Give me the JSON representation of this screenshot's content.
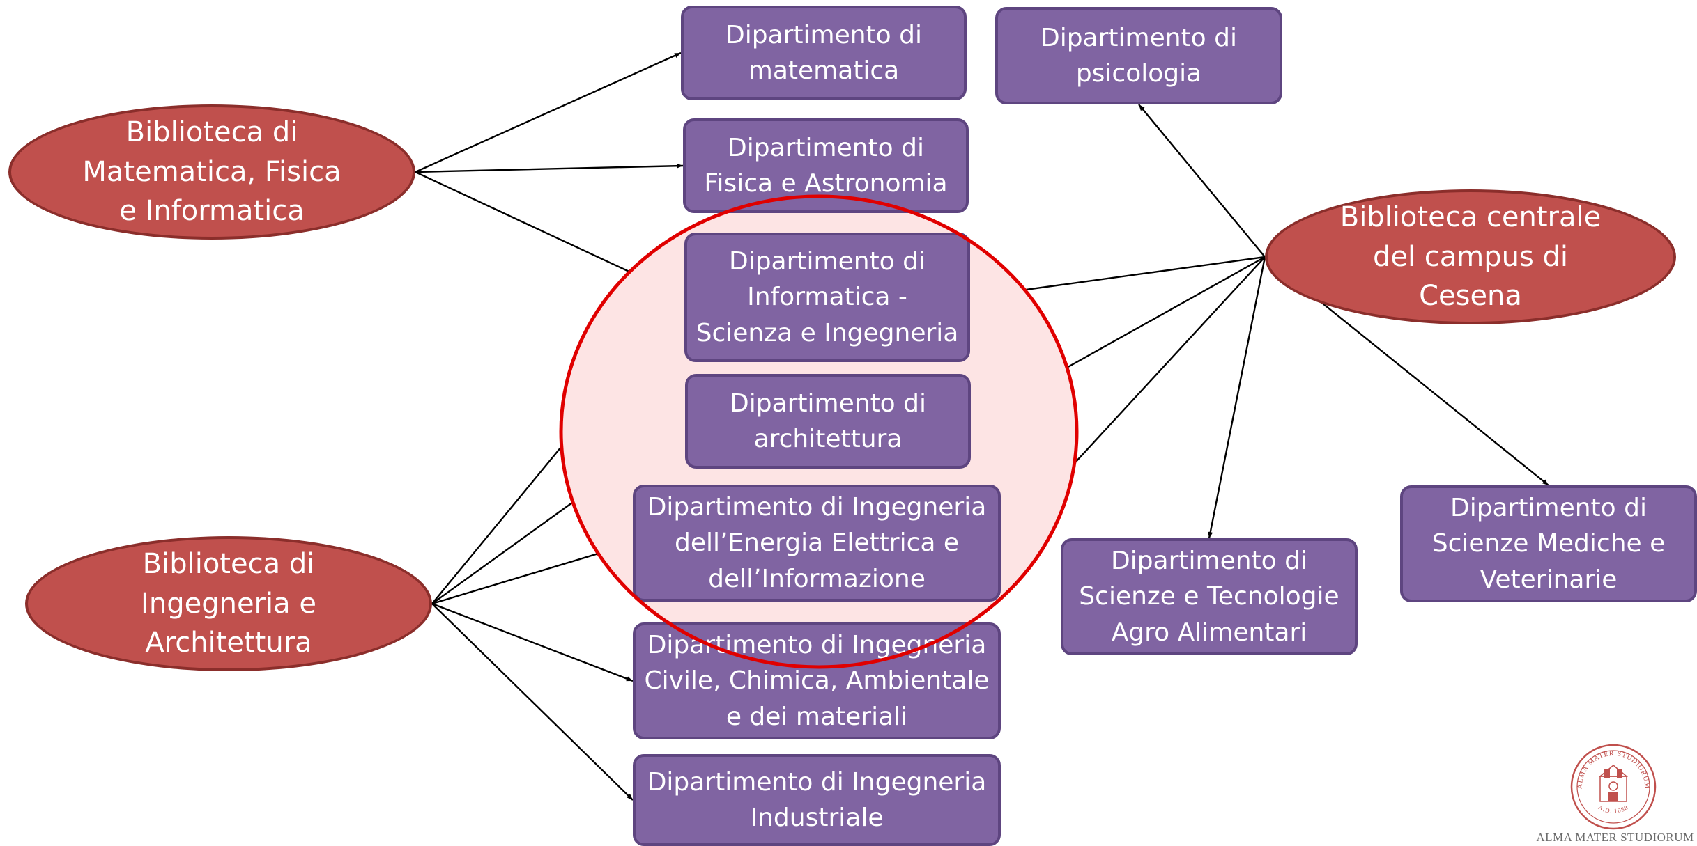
{
  "colors": {
    "department_fill": "#8064a2",
    "department_border": "#5e4580",
    "library_fill": "#c0504d",
    "library_border": "#8b2e2b",
    "highlight_ring": "#e00000",
    "highlight_fill": "#fde4e4",
    "arrow": "#000000",
    "logo": "#c0504d"
  },
  "libraries": {
    "mfi": "Biblioteca di\nMatematica, Fisica\ne Informatica",
    "ia": "Biblioteca di\nIngegneria e\nArchitettura",
    "cesena": "Biblioteca centrale\ndel campus di\nCesena"
  },
  "departments": {
    "matematica": "Dipartimento di\nmatematica",
    "fisica": "Dipartimento di\nFisica e Astronomia",
    "informatica": "Dipartimento di\nInformatica -\nScienza e Ingegneria",
    "architettura": "Dipartimento di\narchitettura",
    "energia": "Dipartimento di Ingegneria\ndell’Energia Elettrica e\ndell’Informazione",
    "civile": "Dipartimento di Ingegneria\nCivile, Chimica, Ambientale\ne dei materiali",
    "industriale": "Dipartimento di Ingegneria\nIndustriale",
    "psicologia": "Dipartimento di\npsicologia",
    "agro": "Dipartimento di\nScienze e Tecnologie\nAgro Alimentari",
    "mediche": "Dipartimento di\nScienze Mediche e\nVeterinarie"
  },
  "connections": [
    {
      "from": "mfi",
      "to": "matematica"
    },
    {
      "from": "mfi",
      "to": "fisica"
    },
    {
      "from": "mfi",
      "to": "informatica"
    },
    {
      "from": "ia",
      "to": "informatica"
    },
    {
      "from": "ia",
      "to": "architettura"
    },
    {
      "from": "ia",
      "to": "energia"
    },
    {
      "from": "ia",
      "to": "civile"
    },
    {
      "from": "ia",
      "to": "industriale"
    },
    {
      "from": "cesena",
      "to": "informatica"
    },
    {
      "from": "cesena",
      "to": "architettura"
    },
    {
      "from": "cesena",
      "to": "energia"
    },
    {
      "from": "cesena",
      "to": "agro"
    },
    {
      "from": "cesena",
      "to": "psicologia"
    },
    {
      "from": "cesena",
      "to": "mediche"
    }
  ],
  "logo": {
    "name": "university-seal-icon",
    "seal_text": "ALMA MATER STUDIORUM",
    "seal_date": "A.D. 1088",
    "caption": "ALMA MATER STUDIORUM"
  }
}
